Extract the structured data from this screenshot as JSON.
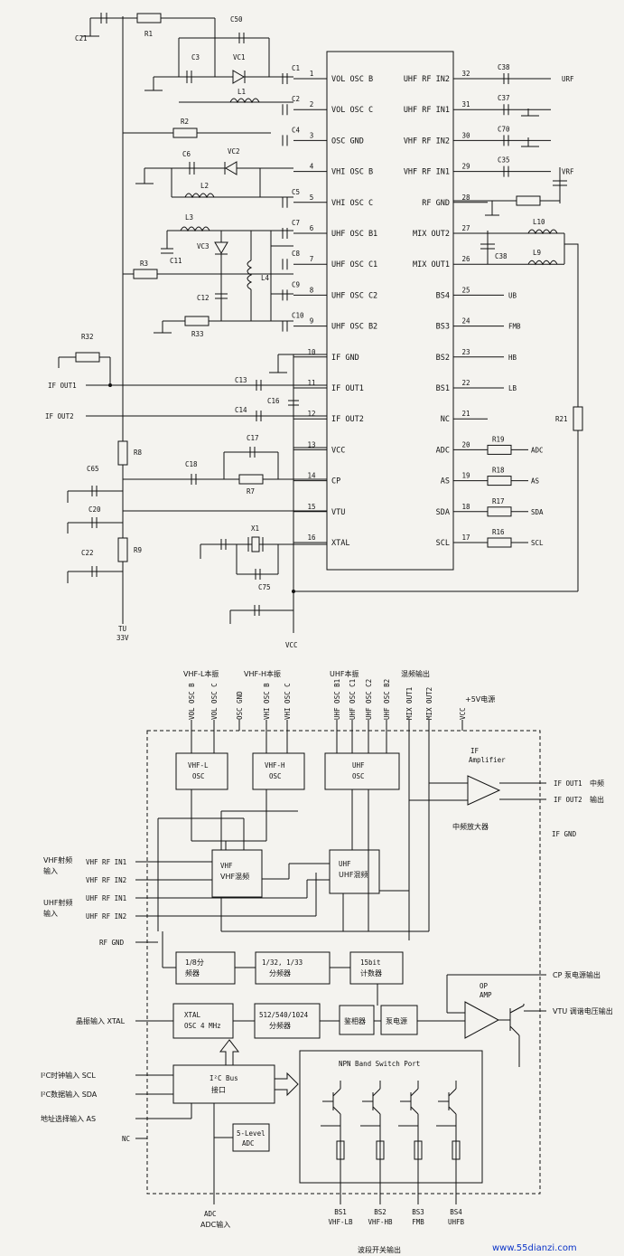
{
  "schematic": {
    "left_pins": [
      {
        "num": "1",
        "name": "VOL OSC B",
        "cap": "C1"
      },
      {
        "num": "2",
        "name": "VOL OSC C",
        "cap": "C2"
      },
      {
        "num": "3",
        "name": "OSC GND",
        "cap": "C4"
      },
      {
        "num": "4",
        "name": "VHI OSC B",
        "cap": ""
      },
      {
        "num": "5",
        "name": "VHI OSC C",
        "cap": "C5"
      },
      {
        "num": "6",
        "name": "UHF OSC B1",
        "cap": "C7"
      },
      {
        "num": "7",
        "name": "UHF OSC C1",
        "cap": "C8"
      },
      {
        "num": "8",
        "name": "UHF OSC C2",
        "cap": "C9"
      },
      {
        "num": "9",
        "name": "UHF OSC B2",
        "cap": "C10"
      },
      {
        "num": "10",
        "name": "IF GND",
        "cap": ""
      },
      {
        "num": "11",
        "name": "IF OUT1",
        "cap": ""
      },
      {
        "num": "12",
        "name": "IF OUT2",
        "cap": ""
      },
      {
        "num": "13",
        "name": "VCC",
        "cap": ""
      },
      {
        "num": "14",
        "name": "CP",
        "cap": ""
      },
      {
        "num": "15",
        "name": "VTU",
        "cap": ""
      },
      {
        "num": "16",
        "name": "XTAL",
        "cap": ""
      }
    ],
    "right_pins": [
      {
        "num": "32",
        "name": "UHF RF IN2",
        "part": "C38",
        "net": "URF"
      },
      {
        "num": "31",
        "name": "UHF RF IN1",
        "part": "C37",
        "net": ""
      },
      {
        "num": "30",
        "name": "VHF RF IN2",
        "part": "C70",
        "net": ""
      },
      {
        "num": "29",
        "name": "VHF RF IN1",
        "part": "C35",
        "net": "VRF"
      },
      {
        "num": "28",
        "name": "RF GND",
        "part": "",
        "net": ""
      },
      {
        "num": "27",
        "name": "MIX OUT2",
        "part": "L10",
        "net": ""
      },
      {
        "num": "26",
        "name": "MIX OUT1",
        "part": "L9",
        "net": ""
      },
      {
        "num": "25",
        "name": "BS4",
        "part": "",
        "net": "UB"
      },
      {
        "num": "24",
        "name": "BS3",
        "part": "",
        "net": "FMB"
      },
      {
        "num": "23",
        "name": "BS2",
        "part": "",
        "net": "HB"
      },
      {
        "num": "22",
        "name": "BS1",
        "part": "",
        "net": "LB"
      },
      {
        "num": "21",
        "name": "NC",
        "part": "",
        "net": ""
      },
      {
        "num": "20",
        "name": "ADC",
        "part": "R19",
        "net": "ADC"
      },
      {
        "num": "19",
        "name": "AS",
        "part": "R18",
        "net": "AS"
      },
      {
        "num": "18",
        "name": "SDA",
        "part": "R17",
        "net": "SDA"
      },
      {
        "num": "17",
        "name": "SCL",
        "part": "R16",
        "net": "SCL"
      }
    ],
    "parts": {
      "C21": "C21",
      "R1": "R1",
      "C50": "C50",
      "C3": "C3",
      "VC1": "VC1",
      "L1": "L1",
      "R2": "R2",
      "C6": "C6",
      "VC2": "VC2",
      "L2": "L2",
      "L3": "L3",
      "VC3": "VC3",
      "C11": "C11",
      "R3": "R3",
      "L4": "L4",
      "C12": "C12",
      "R33": "R33",
      "R32": "R32",
      "C13": "C13",
      "C14": "C14",
      "C16": "C16",
      "R8": "R8",
      "C65": "C65",
      "C17": "C17",
      "C18": "C18",
      "R7": "R7",
      "C20": "C20",
      "R9": "R9",
      "C22": "C22",
      "X1": "X1",
      "C75": "C75",
      "R21": "R21",
      "C38b": "C38"
    },
    "nets": {
      "if_out1": "IF OUT1",
      "if_out2": "IF OUT2",
      "tu": "TU",
      "tu_v": "33V",
      "vcc": "VCC"
    }
  },
  "block": {
    "top_group_vhfl": "VHF-L本振",
    "top_group_vhfh": "VHF-H本振",
    "top_group_uhf": "UHF本振",
    "top_group_mix": "混频输出",
    "top_pins": [
      "VOL OSC B",
      "VOL OSC C",
      "OSC GND",
      "VHI OSC B",
      "VHI OSC C",
      "UHF OSC B1",
      "UHF OSC C1",
      "UHF OSC C2",
      "UHF OSC B2",
      "MIX OUT1",
      "MIX OUT2",
      "VCC"
    ],
    "plus5v": "+5V电源",
    "vhfl_osc": [
      "VHF-L",
      "OSC"
    ],
    "vhfh_osc": [
      "VHF-H",
      "OSC"
    ],
    "uhf_osc": [
      "UHF",
      "OSC"
    ],
    "if_amp": [
      "IF",
      "Amplifier"
    ],
    "if_amp_cn": "中频放大器",
    "if_out1": "IF OUT1",
    "if_out1_cn": "中频",
    "if_out2": "IF OUT2",
    "if_out2_cn": "输出",
    "if_gnd": "IF GND",
    "vhf_in_cn": [
      "VHF射频",
      "输入"
    ],
    "uhf_in_cn": [
      "UHF射频",
      "输入"
    ],
    "rf_pins": [
      "VHF RF IN1",
      "VHF RF IN2",
      "UHF RF IN1",
      "UHF RF IN2"
    ],
    "vhf_mix": [
      "VHF",
      "VHF混频"
    ],
    "uhf_mix": [
      "UHF",
      "UHF混频"
    ],
    "rf_gnd": "RF GND",
    "div8": [
      "1/8分",
      "频器"
    ],
    "div32": [
      "1/32, 1/33",
      "分频器"
    ],
    "counter": [
      "15bit",
      "计数器"
    ],
    "cp_out": "CP 泵电源输出",
    "op_amp": [
      "OP",
      "AMP"
    ],
    "xtal_in": "晶振输入 XTAL",
    "xtal_osc": [
      "XTAL",
      "OSC 4 MHz"
    ],
    "divsel": [
      "512/540/1024",
      "分频器"
    ],
    "phase": "鉴相器",
    "pump": "泵电源",
    "vtu_out": "VTU 调谐电压输出",
    "i2c": [
      "I²C Bus",
      "接口"
    ],
    "npn": "NPN Band Switch Port",
    "scl_in": "I²C时钟输入 SCL",
    "sda_in": "I²C数据输入 SDA",
    "as_in": "地址选择输入 AS",
    "nc": "NC",
    "adc5": [
      "5-Level",
      "ADC"
    ],
    "adc_in": [
      "ADC",
      "ADC输入"
    ],
    "bs": [
      [
        "BS1",
        "VHF-LB"
      ],
      [
        "BS2",
        "VHF-HB"
      ],
      [
        "BS3",
        "FMB"
      ],
      [
        "BS4",
        "UHFB"
      ]
    ],
    "band_cn": "波段开关输出",
    "watermark": "www.55dianzi.com"
  }
}
